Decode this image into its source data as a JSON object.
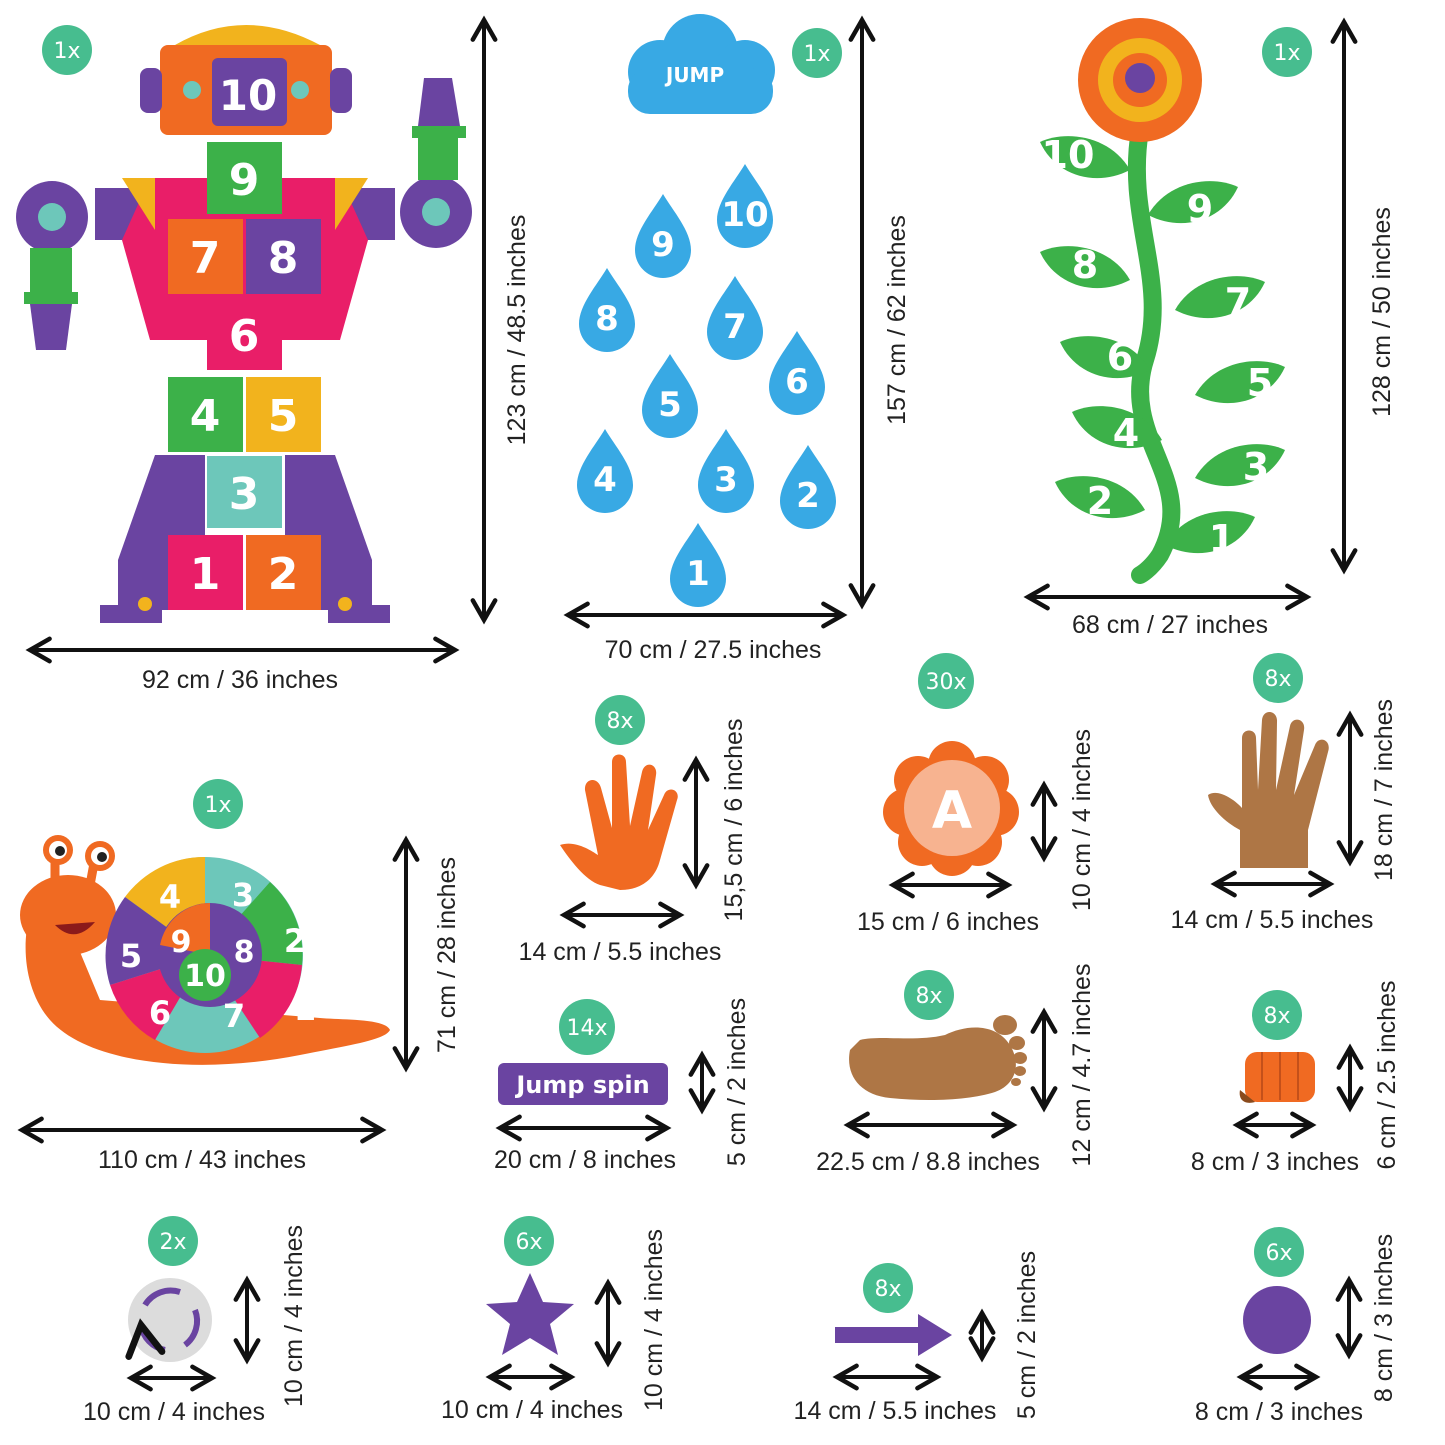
{
  "colors": {
    "badge": "#47bd8f",
    "purple": "#6a44a1",
    "orange": "#f06a22",
    "green": "#3cb149",
    "blue": "#38a9e4",
    "pink": "#e91e68",
    "yellow": "#f2b31d",
    "teal": "#6dc7ba",
    "brown": "#ae7645"
  },
  "robot": {
    "quantity": "1x",
    "numbers": [
      "10",
      "9",
      "7",
      "8",
      "6",
      "4",
      "5",
      "3",
      "1",
      "2"
    ],
    "width": "92 cm / 36 inches",
    "height": "123 cm / 48.5 inches"
  },
  "raindrops": {
    "quantity": "1x",
    "cloud_label": "JUMP",
    "numbers": [
      "10",
      "9",
      "8",
      "7",
      "6",
      "5",
      "4",
      "3",
      "2",
      "1"
    ],
    "width": "70 cm / 27.5 inches",
    "height": "157 cm / 62 inches"
  },
  "flower": {
    "quantity": "1x",
    "numbers": [
      "10",
      "9",
      "8",
      "7",
      "6",
      "5",
      "4",
      "3",
      "2",
      "1"
    ],
    "width": "68 cm / 27 inches",
    "height": "128 cm / 50 inches"
  },
  "snail": {
    "quantity": "1x",
    "numbers": [
      "4",
      "3",
      "5",
      "9",
      "8",
      "2",
      "10",
      "6",
      "7",
      "1"
    ],
    "width": "110 cm / 43 inches",
    "height": "71 cm / 28 inches"
  },
  "orange_hand": {
    "quantity": "8x",
    "width": "14 cm / 5.5 inches",
    "height": "15,5 cm / 6 inches"
  },
  "letter_flower": {
    "quantity": "30x",
    "letter": "A",
    "width": "15 cm / 6 inches",
    "height": "10 cm / 4 inches"
  },
  "brown_hand": {
    "quantity": "8x",
    "width": "14 cm / 5.5 inches",
    "height": "18 cm / 7 inches"
  },
  "jump_spin": {
    "quantity": "14x",
    "label": "Jump spin",
    "width": "20 cm / 8 inches",
    "height": "5 cm / 2 inches"
  },
  "foot": {
    "quantity": "8x",
    "width": "22.5 cm / 8.8 inches",
    "height": "12 cm / 4.7 inches"
  },
  "fist": {
    "quantity": "8x",
    "width": "8 cm / 3 inches",
    "height": "6 cm / 2.5 inches"
  },
  "rotate_circle": {
    "quantity": "2x",
    "width": "10 cm / 4 inches",
    "height": "10 cm / 4 inches"
  },
  "star": {
    "quantity": "6x",
    "width": "10 cm / 4 inches",
    "height": "10 cm / 4 inches"
  },
  "arrow": {
    "quantity": "8x",
    "width": "14 cm / 5.5 inches",
    "height": "5 cm / 2 inches"
  },
  "dot": {
    "quantity": "6x",
    "width": "8 cm / 3 inches",
    "height": "8 cm / 3 inches"
  }
}
